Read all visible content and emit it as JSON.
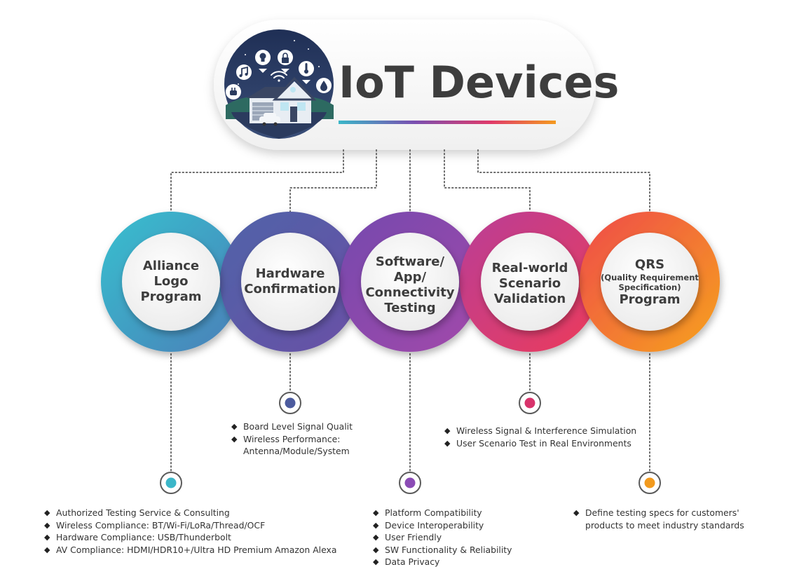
{
  "header": {
    "title": "IoT Devices"
  },
  "nodes": [
    {
      "id": "alliance",
      "lines": [
        "Alliance",
        "Logo",
        "Program"
      ],
      "color": "#3bb6c8",
      "bullets": [
        "Authorized Testing Service & Consulting",
        "Wireless Compliance: BT/Wi-Fi/LoRa/Thread/OCF",
        "Hardware Compliance: USB/Thunderbolt",
        "AV Compliance: HDMI/HDR10+/Ultra HD Premium Amazon Alexa"
      ]
    },
    {
      "id": "hardware",
      "lines": [
        "Hardware",
        "Confirmation"
      ],
      "color": "#4c5b9e",
      "bullets": [
        "Board Level Signal Qualit",
        "Wireless Performance:"
      ],
      "continuation": "Antenna/Module/System"
    },
    {
      "id": "software",
      "lines": [
        "Software/",
        "App/",
        "Connectivity",
        "Testing"
      ],
      "color": "#8b4bb5",
      "bullets": [
        "Platform Compatibility",
        "Device Interoperability",
        "User Friendly",
        "SW Functionality & Reliability",
        "Data Privacy"
      ]
    },
    {
      "id": "realworld",
      "lines": [
        "Real-world",
        "Scenario",
        "Validation"
      ],
      "color": "#d8336b",
      "bullets": [
        "Wireless Signal & Interference Simulation",
        "User Scenario Test in Real Environments"
      ]
    },
    {
      "id": "qrs",
      "lines": [
        "QRS",
        "(Quality Requirement",
        "Specification)",
        "Program"
      ],
      "color": "#f29a1e",
      "bullets": [
        "Define testing specs for customers'"
      ],
      "continuation": "products to meet industry standards"
    }
  ],
  "icons": [
    "music-note-icon",
    "light-bulb-icon",
    "lock-icon",
    "thermometer-icon",
    "water-drop-icon",
    "plug-icon",
    "wifi-icon",
    "house-icon",
    "car-icon"
  ]
}
